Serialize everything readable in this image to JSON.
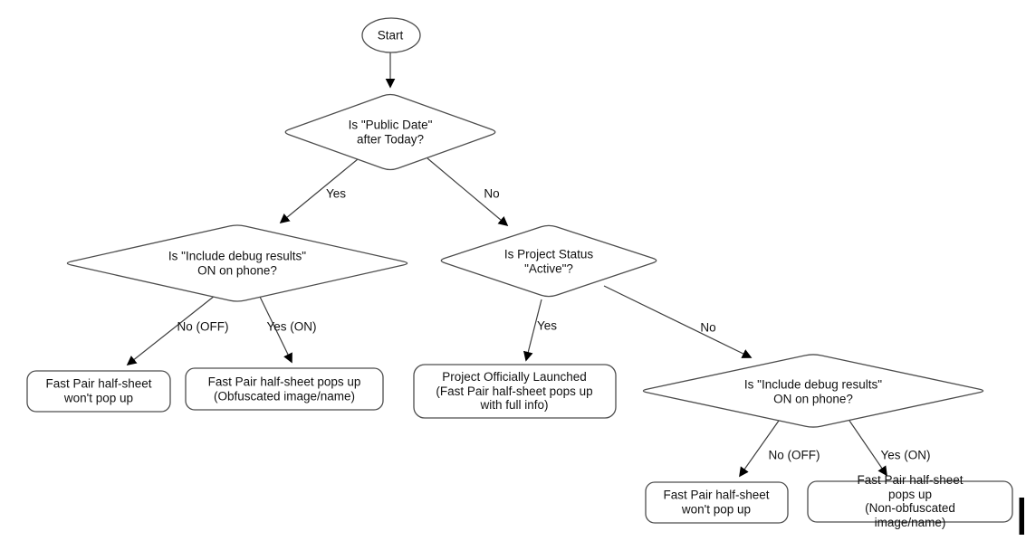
{
  "diagram": {
    "background": "#ffffff",
    "shape_stroke_color": "#4d4d4d",
    "text_color": "#111111",
    "arrow_color": "#000000",
    "nodes": {
      "start": {
        "type": "terminator",
        "label": "Start"
      },
      "public_date": {
        "type": "decision",
        "label": "Is \"Public Date\"\nafter Today?"
      },
      "debug_left": {
        "type": "decision",
        "label": "Is \"Include debug results\"\nON on phone?"
      },
      "project_status": {
        "type": "decision",
        "label": "Is Project Status\n\"Active\"?"
      },
      "debug_right": {
        "type": "decision",
        "label": "Is \"Include debug results\"\nON on phone?"
      },
      "no_popup_left": {
        "type": "result",
        "label": "Fast Pair half-sheet\nwon't pop up"
      },
      "obfuscated_popup": {
        "type": "result",
        "label": "Fast Pair half-sheet pops up\n(Obfuscated image/name)"
      },
      "launched": {
        "type": "result",
        "label": "Project Officially Launched\n(Fast Pair half-sheet pops up\nwith full info)"
      },
      "no_popup_right": {
        "type": "result",
        "label": "Fast Pair half-sheet\nwon't pop up"
      },
      "non_obfuscated_popup": {
        "type": "result",
        "label": "Fast Pair half-sheet pops up\n(Non-obfuscated image/name)"
      }
    },
    "edge_labels": {
      "public_date_yes": "Yes",
      "public_date_no": "No",
      "debug_left_no": "No (OFF)",
      "debug_left_yes": "Yes (ON)",
      "project_status_yes": "Yes",
      "project_status_no": "No",
      "debug_right_no": "No (OFF)",
      "debug_right_yes": "Yes (ON)"
    }
  }
}
